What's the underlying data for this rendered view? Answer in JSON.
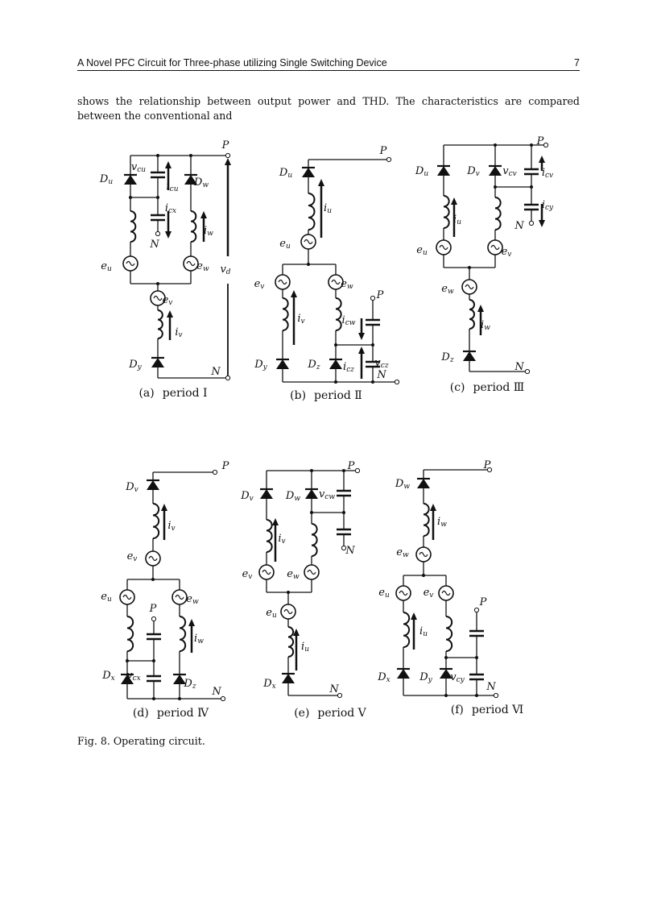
{
  "header": {
    "running_title": "A Novel PFC Circuit for Three-phase utilizing Single Switching Device",
    "page_number": "7"
  },
  "body_text": "shows the relationship between output power and THD. The characteristics are compared between the conventional and",
  "figure_caption": "Fig. 8. Operating circuit.",
  "figures": [
    {
      "letter": "(a)",
      "caption": "period Ⅰ",
      "labels": [
        {
          "m": "P",
          "s": ""
        },
        {
          "m": "v",
          "s": "cu"
        },
        {
          "m": "D",
          "s": "u"
        },
        {
          "m": "i",
          "s": "cu"
        },
        {
          "m": "D",
          "s": "w"
        },
        {
          "m": "i",
          "s": "cx"
        },
        {
          "m": "i",
          "s": "w"
        },
        {
          "m": "N",
          "s": ""
        },
        {
          "m": "e",
          "s": "u"
        },
        {
          "m": "e",
          "s": "w"
        },
        {
          "m": "v",
          "s": "d"
        },
        {
          "m": "e",
          "s": "v"
        },
        {
          "m": "i",
          "s": "v"
        },
        {
          "m": "D",
          "s": "y"
        },
        {
          "m": "N",
          "s": ""
        }
      ]
    },
    {
      "letter": "(b)",
      "caption": "period Ⅱ",
      "labels": [
        {
          "m": "P",
          "s": ""
        },
        {
          "m": "D",
          "s": "u"
        },
        {
          "m": "i",
          "s": "u"
        },
        {
          "m": "e",
          "s": "u"
        },
        {
          "m": "e",
          "s": "v"
        },
        {
          "m": "e",
          "s": "w"
        },
        {
          "m": "i",
          "s": "v"
        },
        {
          "m": "i",
          "s": "cw"
        },
        {
          "m": "P",
          "s": ""
        },
        {
          "m": "D",
          "s": "y"
        },
        {
          "m": "D",
          "s": "z"
        },
        {
          "m": "i",
          "s": "cz"
        },
        {
          "m": "v",
          "s": "cz"
        },
        {
          "m": "N",
          "s": ""
        }
      ]
    },
    {
      "letter": "(c)",
      "caption": "period Ⅲ",
      "labels": [
        {
          "m": "P",
          "s": ""
        },
        {
          "m": "D",
          "s": "u"
        },
        {
          "m": "D",
          "s": "v"
        },
        {
          "m": "v",
          "s": "cv"
        },
        {
          "m": "i",
          "s": "cv"
        },
        {
          "m": "i",
          "s": "cy"
        },
        {
          "m": "i",
          "s": "u"
        },
        {
          "m": "N",
          "s": ""
        },
        {
          "m": "e",
          "s": "u"
        },
        {
          "m": "e",
          "s": "v"
        },
        {
          "m": "e",
          "s": "w"
        },
        {
          "m": "i",
          "s": "w"
        },
        {
          "m": "D",
          "s": "z"
        },
        {
          "m": "N",
          "s": ""
        }
      ]
    },
    {
      "letter": "(d)",
      "caption": "period Ⅳ",
      "labels": [
        {
          "m": "P",
          "s": ""
        },
        {
          "m": "D",
          "s": "v"
        },
        {
          "m": "i",
          "s": "v"
        },
        {
          "m": "e",
          "s": "v"
        },
        {
          "m": "e",
          "s": "u"
        },
        {
          "m": "e",
          "s": "w"
        },
        {
          "m": "P",
          "s": ""
        },
        {
          "m": "i",
          "s": "w"
        },
        {
          "m": "D",
          "s": "x"
        },
        {
          "m": "v",
          "s": "cx"
        },
        {
          "m": "D",
          "s": "z"
        },
        {
          "m": "N",
          "s": ""
        }
      ]
    },
    {
      "letter": "(e)",
      "caption": "period Ⅴ",
      "labels": [
        {
          "m": "P",
          "s": ""
        },
        {
          "m": "D",
          "s": "v"
        },
        {
          "m": "D",
          "s": "w"
        },
        {
          "m": "v",
          "s": "cw"
        },
        {
          "m": "i",
          "s": "v"
        },
        {
          "m": "N",
          "s": ""
        },
        {
          "m": "e",
          "s": "v"
        },
        {
          "m": "e",
          "s": "w"
        },
        {
          "m": "e",
          "s": "u"
        },
        {
          "m": "i",
          "s": "u"
        },
        {
          "m": "D",
          "s": "x"
        },
        {
          "m": "N",
          "s": ""
        }
      ]
    },
    {
      "letter": "(f)",
      "caption": "period Ⅵ",
      "labels": [
        {
          "m": "P",
          "s": ""
        },
        {
          "m": "D",
          "s": "w"
        },
        {
          "m": "i",
          "s": "w"
        },
        {
          "m": "e",
          "s": "w"
        },
        {
          "m": "e",
          "s": "u"
        },
        {
          "m": "e",
          "s": "v"
        },
        {
          "m": "P",
          "s": ""
        },
        {
          "m": "i",
          "s": "u"
        },
        {
          "m": "D",
          "s": "x"
        },
        {
          "m": "D",
          "s": "y"
        },
        {
          "m": "v",
          "s": "cy"
        },
        {
          "m": "N",
          "s": ""
        }
      ]
    }
  ]
}
